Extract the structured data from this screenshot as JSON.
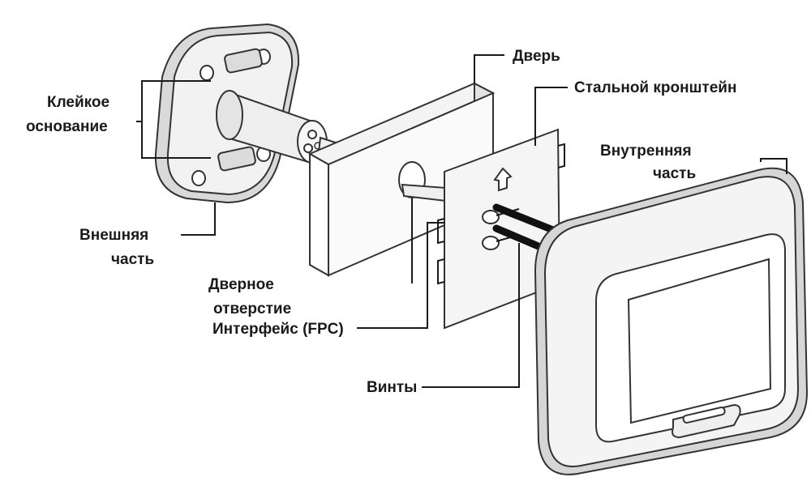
{
  "labels": {
    "adhesive_base_1": "Клейкое",
    "adhesive_base_2": "основание",
    "outer_part_1": "Внешняя",
    "outer_part_2": "часть",
    "door": "Дверь",
    "steel_bracket": "Стальной кронштейн",
    "inner_part_1": "Внутренняя",
    "inner_part_2": "часть",
    "door_hole_1": "Дверное",
    "door_hole_2": "отверстие",
    "interface": "Интерфейс (FPC)",
    "screws": "Винты"
  }
}
